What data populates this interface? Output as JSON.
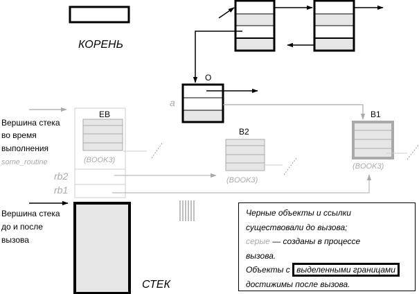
{
  "labels": {
    "root": "КОРЕНЬ",
    "stack": "СТЕК",
    "obj_o": "O",
    "obj_eb": "EB",
    "obj_b2": "B2",
    "obj_b1": "B1",
    "ref_a": "a",
    "ref_rb2": "rb2",
    "ref_rb1": "rb1",
    "book_eb": "(BOOK3)",
    "book_b2": "(BOOK3)",
    "book_b1": "(BOOK3)",
    "top_during_lines": [
      "Вершина стека",
      "во время",
      "выполнения"
    ],
    "routine_name": "some_routine",
    "top_before_after_lines": [
      "Вершина стека",
      "до и после",
      "вызова"
    ]
  },
  "legend": {
    "line1": "Черные объекты и ссылки",
    "line2": "существовали до вызова;",
    "line3_gray": "серые",
    "line3_rest": " — созданы в процессе",
    "line4": "вызова.",
    "line5_pre": "Объекты с ",
    "line5_boxed": "выделенными границами",
    "line6": "достижимы после вызова."
  },
  "colors": {
    "black": "#000000",
    "gray": "#a9a9a9",
    "light_gray": "#cccccc",
    "fill_gray": "#e6e6e6"
  }
}
